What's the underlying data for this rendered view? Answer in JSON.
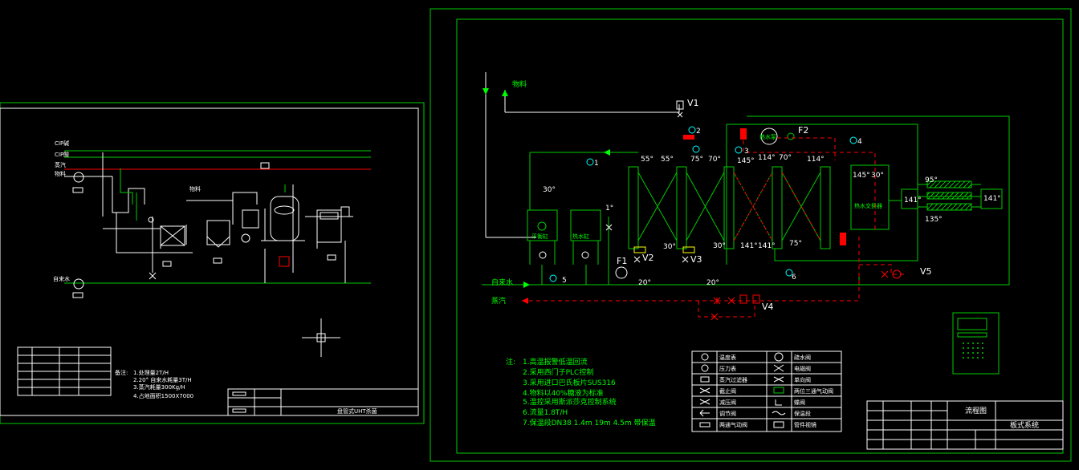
{
  "left_sheet": {
    "pipe_labels": [
      "CIP碱",
      "CIP酸",
      "蒸汽",
      "物料",
      "物料",
      "自来水"
    ],
    "notes_title": "备注:",
    "notes": [
      "1.处理量2T/H",
      "2.20° 自来水耗量3T/H",
      "3.蒸汽耗量300Kg/H",
      "4.占地面积1500X7000"
    ],
    "title_block_name": "盘管式UHT杀菌"
  },
  "right_sheet": {
    "labels": {
      "material": "物料",
      "tap_water": "自来水",
      "steam": "蒸汽",
      "balance_tank": "平衡缸",
      "hot_water_tank": "热水缸",
      "hot_water_pump": "热水泵",
      "hot_water_exchanger": "热水交换器"
    },
    "valve_ids": [
      "V1",
      "V2",
      "V3",
      "V4",
      "V5"
    ],
    "pump_ids": [
      "F1",
      "F2"
    ],
    "gauge_ids": [
      "1",
      "2",
      "3",
      "4",
      "5",
      "6"
    ],
    "temperatures": [
      "30°",
      "55°",
      "55°",
      "75°",
      "70°",
      "145°",
      "114°",
      "70°",
      "114°",
      "145°",
      "30°",
      "30°",
      "30°",
      "141°",
      "141°",
      "75°",
      "20°",
      "20°",
      "1°",
      "95°",
      "141°",
      "141°",
      "135°"
    ],
    "notes_title": "注:",
    "notes": [
      "1.高温报警低温回流",
      "2.采用西门子PLC控制",
      "3.采用进口巴氏板片SUS316",
      "4.物料以40%糖液为标准",
      "5.温控采用斯派莎克控制系统",
      "6.流量1.8T/H",
      "7.保温段DN38 1.4m 19m 4.5m 带保温"
    ],
    "legend": [
      {
        "symbol": "thermometer",
        "label": "温度表"
      },
      {
        "symbol": "pressure-gauge",
        "label": "压力表"
      },
      {
        "symbol": "steam-filter",
        "label": "蒸汽过滤器"
      },
      {
        "symbol": "shutoff-valve",
        "label": "截止阀"
      },
      {
        "symbol": "reducing-valve",
        "label": "减压阀"
      },
      {
        "symbol": "regulating-valve",
        "label": "调节阀"
      },
      {
        "symbol": "two-way-valve",
        "label": "两通气动阀"
      },
      {
        "symbol": "trap-valve",
        "label": "疏水阀"
      },
      {
        "symbol": "solenoid-valve",
        "label": "电磁阀"
      },
      {
        "symbol": "check-valve",
        "label": "单向阀"
      },
      {
        "symbol": "three-way-valve",
        "label": "两位三通气动阀"
      },
      {
        "symbol": "butterfly-valve",
        "label": "蝶阀"
      },
      {
        "symbol": "holding-tube",
        "label": "保温段"
      },
      {
        "symbol": "sanitary-fitting",
        "label": "管件视镜"
      }
    ],
    "title_block": {
      "drawing_title": "流程图",
      "system_name": "板式系统"
    }
  },
  "colors": {
    "background": "#000000",
    "line_green": "#00cc00",
    "text_green": "#00ff00",
    "white": "#ffffff",
    "red": "#ff0000",
    "cyan": "#00ffff"
  }
}
